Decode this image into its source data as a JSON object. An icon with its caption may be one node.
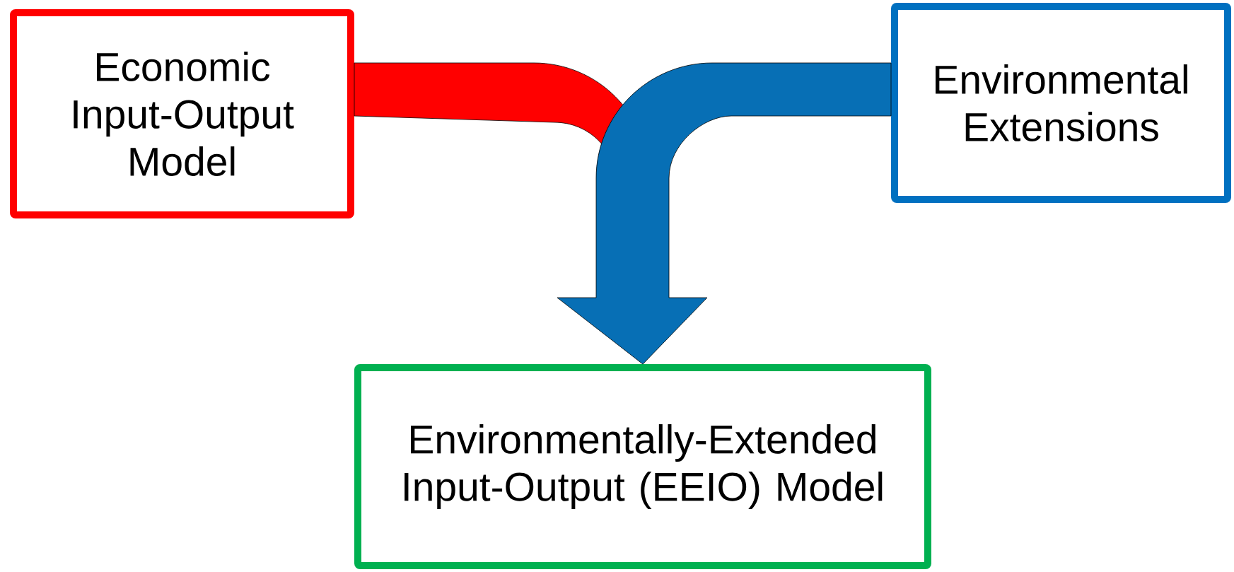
{
  "diagram": {
    "nodes": [
      {
        "text": [
          "Economic Input-Output Model"
        ]
      },
      {
        "text": [
          "Environmental Extensions"
        ]
      },
      {
        "text": [
          "Environmentally-Extended Input-Output (EEIO) Model"
        ]
      }
    ],
    "edges": [
      {
        "from": 0,
        "to": 2,
        "arrow": "none",
        "color": "#ff0000"
      },
      {
        "from": 1,
        "to": 2,
        "arrow": "to",
        "color": "#076fb5"
      }
    ]
  }
}
